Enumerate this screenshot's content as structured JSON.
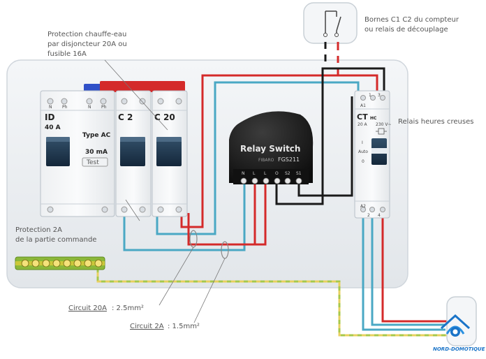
{
  "labels": {
    "protection_chauffe_eau": [
      "Protection chauffe-eau",
      "par disjoncteur 20A ou",
      "fusible 16A"
    ],
    "bornes": [
      "Bornes C1 C2 du compteur",
      "ou relais de découplage"
    ],
    "relais_hc": "Relais heures creuses",
    "protection_2a": [
      "Protection 2A",
      "de la partie commande"
    ],
    "circuit_20a": {
      "name": "Circuit 20A",
      "value": " :  2.5mm²"
    },
    "circuit_2a": {
      "name": "Circuit 2A",
      "value": " :  1.5mm²"
    }
  },
  "devices": {
    "id": {
      "name": "ID",
      "rating": "40 A",
      "type": "Type AC",
      "sensitivity": "30 mA",
      "test": "Test",
      "terminals": [
        "N",
        "Ph",
        "N",
        "Ph"
      ]
    },
    "c2": {
      "name": "C 2"
    },
    "c20": {
      "name": "C 20"
    },
    "relay": {
      "title": "Relay Switch",
      "brand": "FIBARO",
      "model": "FGS211",
      "terminals": [
        "N",
        "L",
        "L",
        "O",
        "S2",
        "S1"
      ]
    },
    "ct": {
      "name": "CT",
      "sub": "HC",
      "rating": "20 A",
      "voltage": "230 V~",
      "auto": "Auto",
      "one": "I",
      "zero": "0",
      "term_a1": "A1",
      "term_a2": "A2",
      "top_terms": [
        "1",
        "3"
      ],
      "bottom_terms": [
        "2",
        "4"
      ]
    }
  },
  "logo": "NORD-DOMOTIQUE",
  "colors": {
    "live": "#d42a2a",
    "neutral": "#4aa8c4",
    "control": "#1a1a1a",
    "earth": "#a8c84a",
    "earth_dash": "#e8d060"
  }
}
